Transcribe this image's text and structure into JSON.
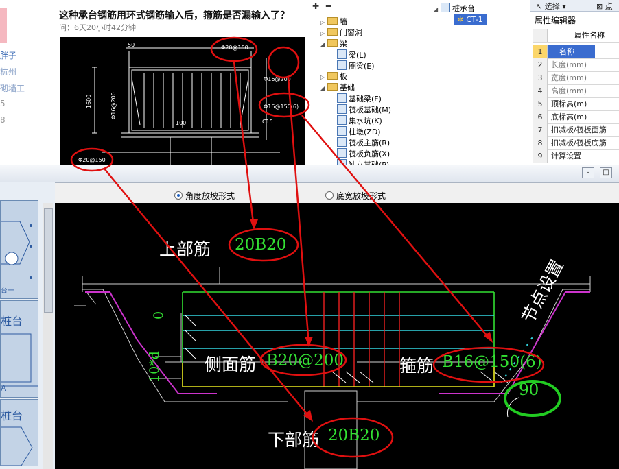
{
  "forum": {
    "title": "这种承台钢筋用环式钢筋输入后，箍筋是否漏输入了？",
    "meta": "问：6天20小时42分钟",
    "side": [
      "胖子",
      "杭州",
      "砌墙工",
      "5",
      "8"
    ],
    "drawing_labels": {
      "top_bar": "Φ20@150",
      "stirrup_right": "Φ16@200",
      "stirrup": "Φ16@150(6)",
      "bottom_bar": "Φ20@150",
      "height": "1600",
      "side_left": "Φ16@200",
      "dim_50": "50",
      "dim_100": "100",
      "cover": "C15"
    }
  },
  "tree": {
    "items": [
      {
        "label": "墙",
        "kind": "folder",
        "arrow": "▷"
      },
      {
        "label": "门窗洞",
        "kind": "folder",
        "arrow": "▷"
      },
      {
        "label": "梁",
        "kind": "folder",
        "arrow": "◢"
      },
      {
        "label": "梁(L)",
        "kind": "item",
        "arrow": ""
      },
      {
        "label": "圈梁(E)",
        "kind": "item",
        "arrow": ""
      },
      {
        "label": "板",
        "kind": "folder",
        "arrow": "▷"
      },
      {
        "label": "基础",
        "kind": "folder",
        "arrow": "◢"
      },
      {
        "label": "基础梁(F)",
        "kind": "item",
        "arrow": ""
      },
      {
        "label": "筏板基础(M)",
        "kind": "item",
        "arrow": ""
      },
      {
        "label": "集水坑(K)",
        "kind": "item",
        "arrow": ""
      },
      {
        "label": "柱墩(ZD)",
        "kind": "item",
        "arrow": ""
      },
      {
        "label": "筏板主筋(R)",
        "kind": "item",
        "arrow": ""
      },
      {
        "label": "筏板负筋(X)",
        "kind": "item",
        "arrow": ""
      },
      {
        "label": "独立基础(P)",
        "kind": "item",
        "arrow": ""
      }
    ]
  },
  "tree2": {
    "root": "桩承台",
    "child": "CT-1"
  },
  "props": {
    "toolbar_select": "选择",
    "toolbar_point": "点",
    "title": "属性编辑器",
    "header": "属性名称",
    "rows": [
      {
        "n": "1",
        "name": "名称",
        "sel": true
      },
      {
        "n": "2",
        "name": "长度(mm)",
        "gray": true
      },
      {
        "n": "3",
        "name": "宽度(mm)",
        "gray": true
      },
      {
        "n": "4",
        "name": "高度(mm)",
        "gray": true
      },
      {
        "n": "5",
        "name": "顶标高(m)"
      },
      {
        "n": "6",
        "name": "底标高(m)"
      },
      {
        "n": "7",
        "name": "扣减板/筏板面筋"
      },
      {
        "n": "8",
        "name": "扣减板/筏板底筋"
      },
      {
        "n": "9",
        "name": "计算设置"
      }
    ]
  },
  "options": {
    "angle_slope": "角度放坡形式",
    "bottom_width_slope": "底宽放坡形式"
  },
  "thumbs": [
    {
      "label": "台一"
    },
    {
      "label": "桩台"
    },
    {
      "label": "A"
    },
    {
      "label": "桩台"
    }
  ],
  "cad": {
    "top_bar_label": "上部筋",
    "top_bar_value": "20B20",
    "side_bar_label": "侧面筋",
    "side_bar_value": "B20@200",
    "stirrup_label": "箍筋",
    "stirrup_value": "B16@150(6)",
    "bottom_bar_label": "下部筋",
    "bottom_bar_value": "20B20",
    "node_settings": "节点设置",
    "angle": "90",
    "dim_zero": "0",
    "dim_10d": "10*d"
  },
  "colors": {
    "annotation_red": "#e01010",
    "annotation_green": "#22cc22",
    "cad_green": "#33e033",
    "cad_yellow": "#e8e820",
    "cad_cyan": "#33d6e0",
    "cad_magenta": "#cc33cc",
    "selection_blue": "#3a6ccf"
  }
}
